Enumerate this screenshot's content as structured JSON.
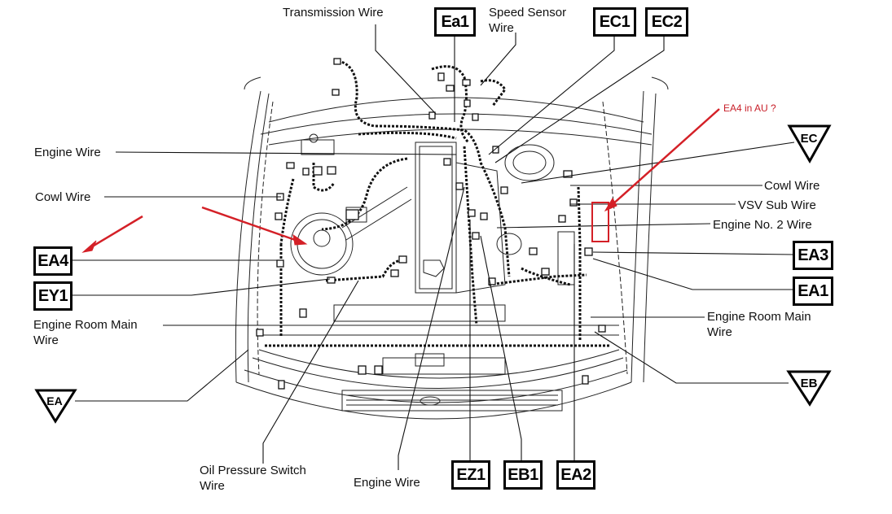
{
  "diagram": {
    "subject": "Engine compartment wiring harness and connector locations",
    "annotation_color": "#d42027",
    "wire_labels": {
      "transmission_wire": "Transmission Wire",
      "speed_sensor_wire": "Speed Sensor\nWire",
      "engine_wire_left": "Engine Wire",
      "cowl_wire_left": "Cowl Wire",
      "engine_room_main_wire_left": "Engine Room Main\nWire",
      "cowl_wire_right": "Cowl Wire",
      "vsv_sub_wire": "VSV Sub Wire",
      "engine_no2_wire": "Engine No. 2 Wire",
      "engine_room_main_wire_right": "Engine Room Main\nWire",
      "oil_pressure_switch_wire": "Oil Pressure Switch\nWire",
      "engine_wire_bottom": "Engine Wire"
    },
    "connectors": {
      "ea1_top": "Ea1",
      "ec1": "EC1",
      "ec2": "EC2",
      "ea4": "EA4",
      "ey1": "EY1",
      "ea3": "EA3",
      "ea1": "EA1",
      "ez1": "EZ1",
      "eb1": "EB1",
      "ea2": "EA2"
    },
    "ground_points": {
      "ec": "EC",
      "ea": "EA",
      "eb": "EB"
    },
    "annotation_note": "EA4 in AU ?"
  }
}
